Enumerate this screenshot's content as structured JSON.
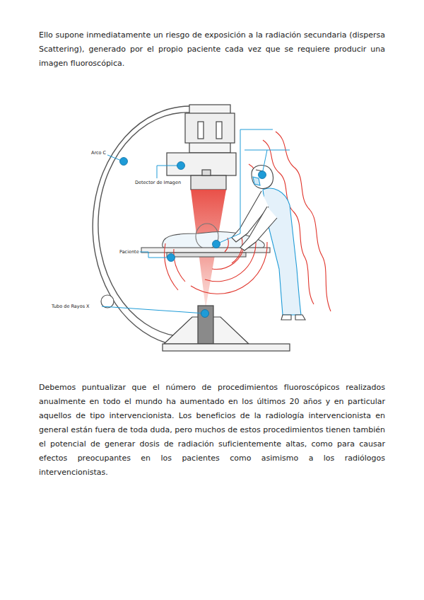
{
  "diagram": {
    "labels": [
      "Ello supone inmediatamente un riesgo de exposición a la radiación secundaria (dispersa Scattering), generado por el propio paciente cada vez que se requiere producir una imagen fluoroscópica.",
      "Arco C",
      "Detector de Imagen",
      "Paciente",
      "Tubo de Rayos X",
      "Debemos puntualizar que el número de procedimientos fluoroscópicos realizados anualmente en todo el mundo ha aumentado en los últimos 20 años y en particular aquellos de tipo intervencionista. Los beneficios de la radiología intervencionista en general están fuera de toda duda, pero muchos de estos procedimientos tienen también el potencial de generar dosis de radiación suficientemente altas, como para causar efectos preocupantes en los pacientes como asimismo a los radiólogos intervencionistas."
    ]
  }
}
